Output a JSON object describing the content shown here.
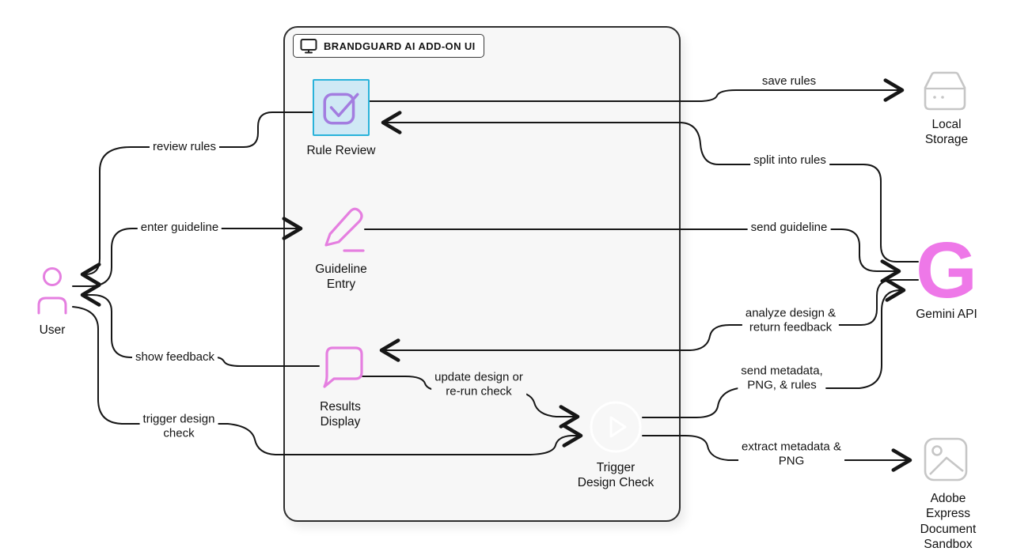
{
  "diagram": {
    "title_badge": {
      "label": "BRANDGUARD AI ADD-ON UI"
    },
    "nodes": {
      "rule_review": {
        "label": "Rule Review"
      },
      "guideline_entry": {
        "label": "Guideline\nEntry"
      },
      "results_display": {
        "label": "Results\nDisplay"
      },
      "trigger_design_check": {
        "label": "Trigger\nDesign Check"
      },
      "user": {
        "label": "User"
      },
      "local_storage": {
        "label": "Local Storage"
      },
      "gemini_api": {
        "label": "Gemini API",
        "glyph": "G"
      },
      "adobe_sandbox": {
        "label": "Adobe\nExpress\nDocument\nSandbox"
      }
    },
    "edges": {
      "review_rules": {
        "label": "review rules",
        "from": "Rule Review",
        "to": "User"
      },
      "enter_guideline": {
        "label": "enter guideline",
        "from": "User",
        "to": "Guideline Entry"
      },
      "show_feedback": {
        "label": "show feedback",
        "from": "Results Display",
        "to": "User"
      },
      "trigger_check": {
        "label": "trigger design\ncheck",
        "from": "User",
        "to": "Trigger Design Check"
      },
      "save_rules": {
        "label": "save rules",
        "from": "Rule Review",
        "to": "Local Storage"
      },
      "split_into_rules": {
        "label": "split into rules",
        "from": "Gemini API",
        "to": "Rule Review"
      },
      "send_guideline": {
        "label": "send guideline",
        "from": "Guideline Entry",
        "to": "Gemini API"
      },
      "analyze_design": {
        "label": "analyze design &\nreturn feedback",
        "from": "Gemini API",
        "to": "Results Display"
      },
      "send_metadata": {
        "label": "send metadata,\nPNG, & rules",
        "from": "Trigger Design Check",
        "to": "Gemini API"
      },
      "update_design": {
        "label": "update design or\nre-run check",
        "from": "Results Display",
        "to": "Trigger Design Check"
      },
      "extract_metadata": {
        "label": "extract metadata &\nPNG",
        "from": "Trigger Design Check",
        "to": "Adobe Express Document Sandbox"
      }
    },
    "colors": {
      "line": "#161616",
      "panel_fill": "#f7f7f7",
      "panel_border": "#2e2e2e",
      "highlight_border": "#29b2da",
      "highlight_fill": "#cfe9f5",
      "purple_icon": "#a37de0",
      "pink_icon": "#e57fe0",
      "gemini_magenta": "#ee78e8",
      "gray_icon": "#c6c6c6"
    }
  }
}
